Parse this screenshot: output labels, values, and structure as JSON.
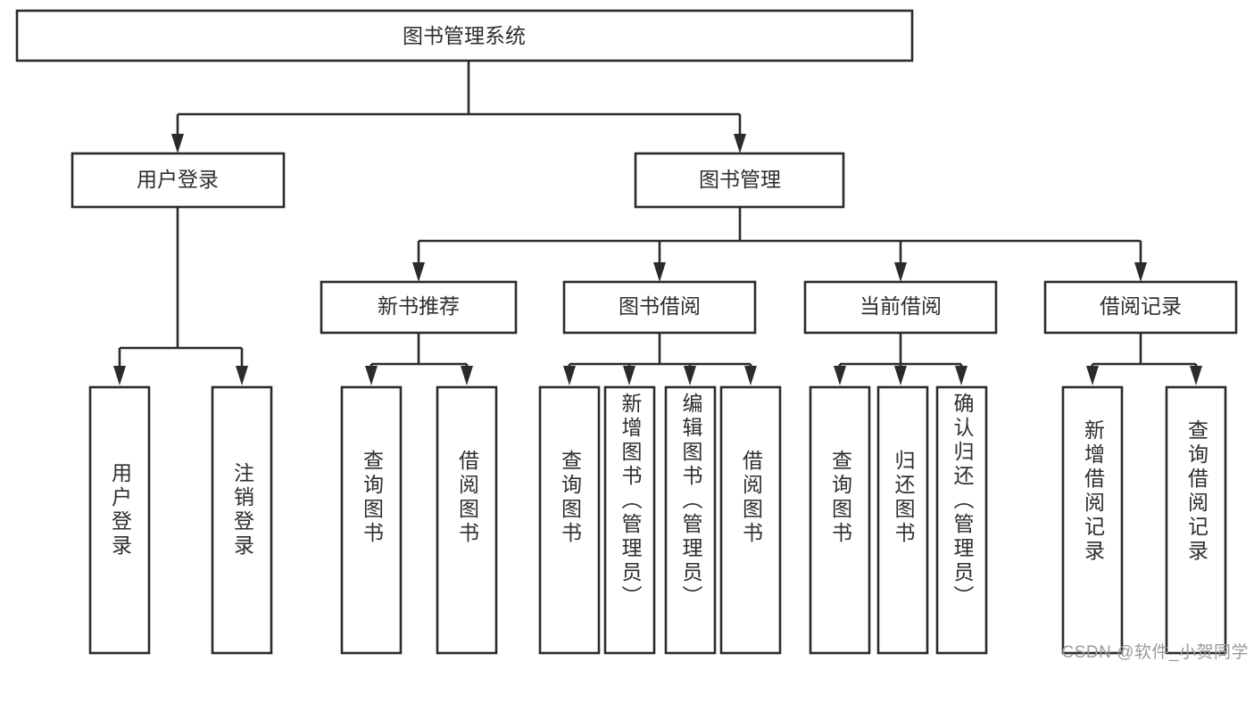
{
  "diagram": {
    "type": "tree-hierarchy-chart",
    "title": "图书管理系统",
    "colors": {
      "background": "#ffffff",
      "box_fill": "#ffffff",
      "box_stroke": "#2b2b2b",
      "connector": "#2b2b2b",
      "text": "#2e2e2e",
      "watermark": "#9a9a9a"
    },
    "root": {
      "label": "图书管理系统"
    },
    "level2": [
      {
        "label": "用户登录"
      },
      {
        "label": "图书管理"
      }
    ],
    "level3": [
      {
        "label": "新书推荐"
      },
      {
        "label": "图书借阅"
      },
      {
        "label": "当前借阅"
      },
      {
        "label": "借阅记录"
      }
    ],
    "leaves": {
      "user_login": [
        {
          "label": "用户登录"
        },
        {
          "label": "注销登录"
        }
      ],
      "new_book_recommend": [
        {
          "label": "查询图书"
        },
        {
          "label": "借阅图书"
        }
      ],
      "book_borrow": [
        {
          "label": "查询图书"
        },
        {
          "label": "新增图书（管理员）"
        },
        {
          "label": "编辑图书（管理员）"
        },
        {
          "label": "借阅图书"
        }
      ],
      "current_borrow": [
        {
          "label": "查询图书"
        },
        {
          "label": "归还图书"
        },
        {
          "label": "确认归还（管理员）"
        }
      ],
      "borrow_record": [
        {
          "label": "新增借阅记录"
        },
        {
          "label": "查询借阅记录"
        }
      ]
    },
    "watermark": "CSDN @软件_小贺同学"
  }
}
